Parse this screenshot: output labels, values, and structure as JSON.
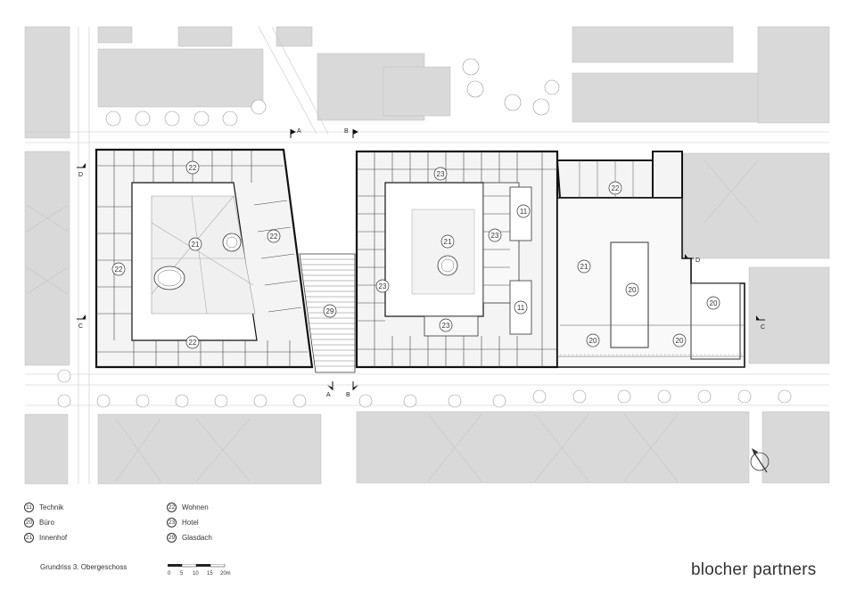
{
  "legend": {
    "items": [
      {
        "num": "11",
        "label": "Technik"
      },
      {
        "num": "20",
        "label": "Büro"
      },
      {
        "num": "21",
        "label": "Innenhof"
      },
      {
        "num": "22",
        "label": "Wohnen"
      },
      {
        "num": "23",
        "label": "Hotel"
      },
      {
        "num": "29",
        "label": "Glasdach"
      }
    ]
  },
  "caption": "Grundriss 3. Obergeschoss",
  "scale": {
    "ticks": [
      "0",
      "5",
      "10",
      "15",
      "20m"
    ]
  },
  "brand": "blocher partners",
  "section_marks": {
    "A": "A",
    "B": "B",
    "C": "C",
    "D": "D"
  },
  "plan_labels": {
    "b1_courtyard": "21",
    "b1_north": "22",
    "b1_west": "22",
    "b1_east": "22",
    "b1_south": "22",
    "glass_roof": "29",
    "b2_courtyard": "21",
    "b2_north": "23",
    "b2_west": "23",
    "b2_inner": "23",
    "b2_south": "23",
    "b2_tech_top": "11",
    "b2_tech_bottom": "11",
    "b3_north": "22",
    "b3_court": "21",
    "b3_office_wing": "20",
    "b3_office_east": "20",
    "b3_office_s1": "20",
    "b3_office_s2": "20"
  }
}
